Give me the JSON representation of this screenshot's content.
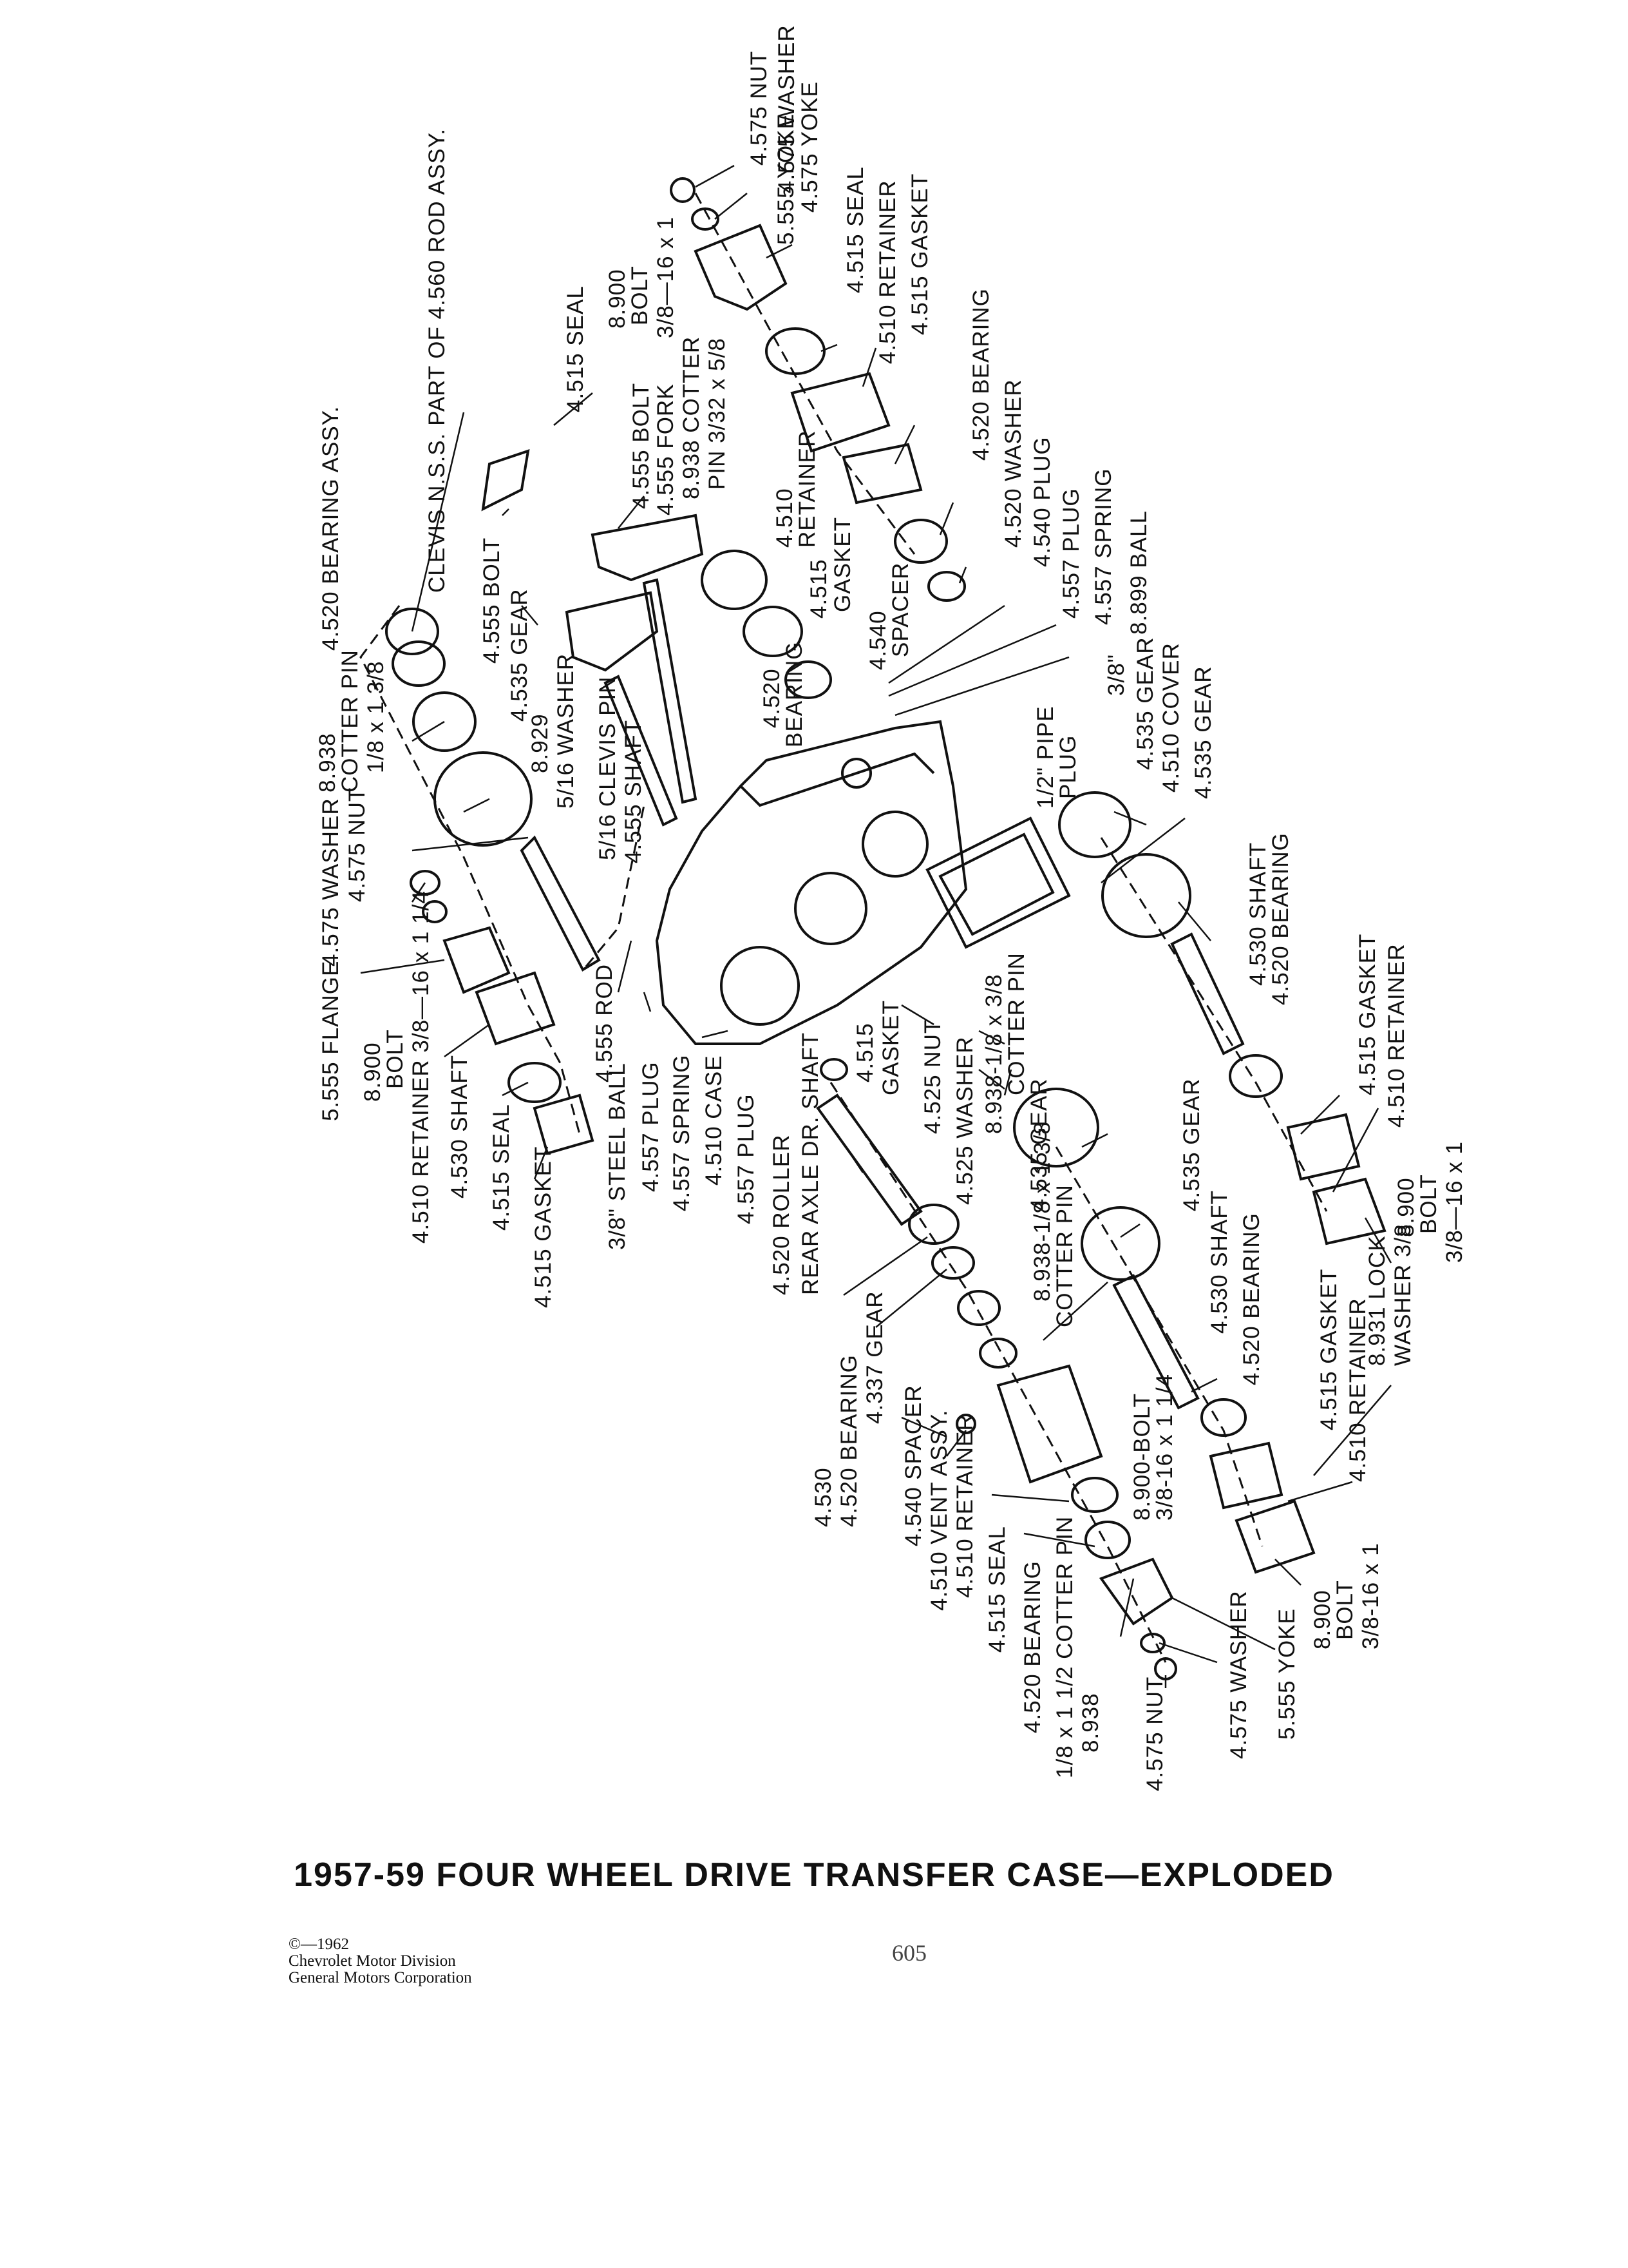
{
  "document": {
    "title": "1957-59 FOUR WHEEL DRIVE TRANSFER CASE—EXPLODED",
    "copyright": [
      "©—1962",
      "Chevrolet Motor Division",
      "General Motors Corporation"
    ],
    "page_number": "605"
  },
  "labels": {
    "l01": "4.575 NUT",
    "l02": "4.575 WASHER",
    "l03": "4.575 YOKE",
    "l04": "5.555 YOKE",
    "l05": "4.515 SEAL",
    "l06": "4.510 RETAINER",
    "l07": "4.515 GASKET",
    "l08": "4.520 BEARING",
    "l09": "4.520 WASHER",
    "l10": "4.540 PLUG",
    "l11": "4.557 PLUG",
    "l12": "4.557 SPRING",
    "l13": "8.899 BALL",
    "l14": "8.900",
    "l15": "BOLT",
    "l16": "3/8—16 x 1",
    "l17": "CLEVIS N.S.S. PART OF 4.560 ROD ASSY.",
    "l18": "4.520 BEARING ASSY.",
    "l19": "4.515 SEAL",
    "l20": "4.555 BOLT",
    "l21": "4.555 FORK",
    "l22": "8.938 COTTER",
    "l23": "PIN 3/32 x 5/8",
    "l24": "4.510",
    "l25": "RETAINER",
    "l26": "4.515",
    "l27": "GASKET",
    "l28": "4.540",
    "l29": "SPACER",
    "l30": "4.520",
    "l31": "BEARING",
    "l32": "4.555 BOLT",
    "l33": "4.535 GEAR",
    "l34": "8.938",
    "l35": "COTTER PIN",
    "l36": "1/8 x 1 3/8",
    "l37": "8.929",
    "l38": "5/16 WASHER",
    "l39": "5/16 CLEVIS PIN",
    "l40": "4.555 SHAFT",
    "l41": "4.575 WASHER",
    "l42": "4.575 NUT",
    "l43": "5.555 FLANGE",
    "l44": "8.900",
    "l45": "BOLT",
    "l46": "4.510 RETAINER 3/8—16 x 1 1/4",
    "l47": "4.530  SHAFT",
    "l48": "4.515  SEAL",
    "l49": "4.515  GASKET",
    "l50": "4.555 ROD",
    "l51": "3/8\" STEEL BALL",
    "l52": "4.557 PLUG",
    "l53": "4.557 SPRING",
    "l54": "4.510 CASE",
    "l55": "4.557 PLUG",
    "l56": "3/8\"",
    "l57": "1/2\" PIPE",
    "l58": "PLUG",
    "l59": "4.535 GEAR",
    "l60": "4.510 COVER",
    "l61": "4.535 GEAR",
    "l62": "4.530 SHAFT",
    "l63": "4.520 BEARING",
    "l64": "4.515 GASKET",
    "l65": "4.510 RETAINER",
    "l66": "8.900",
    "l67": "BOLT",
    "l68": "3/8—16 x 1",
    "l69": "4.515",
    "l70": "GASKET",
    "l71": "4.525 NUT",
    "l72": "4.525 WASHER",
    "l73": "8.938-1/8 x 3/8",
    "l74": "COTTER PIN",
    "l75": "4.535 GEAR",
    "l76": "4.535 GEAR",
    "l77": "8.938-1/8 x 1 3/8",
    "l78": "COTTER PIN",
    "l79": "4.530 SHAFT",
    "l80": "4.520 BEARING",
    "l81": "4.520  ROLLER",
    "l82": "REAR AXLE DR. SHAFT",
    "l83": "4.530",
    "l84": "4.520 BEARING",
    "l85": "4.337 GEAR",
    "l86": "4.540 SPACER",
    "l87": "4.510 VENT ASSY.",
    "l88": "4.510 RETAINER",
    "l89": "4.515  SEAL",
    "l90": "4.520 BEARING",
    "l91": "1/8 x 1 1/2 COTTER PIN",
    "l92": "8.938",
    "l93": "4.575 NUT",
    "l94": "4.575 WASHER",
    "l95": "5.555 YOKE",
    "l96": "8.900-BOLT",
    "l97": "3/8-16 x 1 1/4",
    "l98": "4.515 GASKET",
    "l99": "4.510 RETAINER",
    "l100": "8.931 LOCK",
    "l101": "WASHER 3/8",
    "l102": "8.900",
    "l103": "BOLT",
    "l104": "3/8-16 x 1"
  }
}
